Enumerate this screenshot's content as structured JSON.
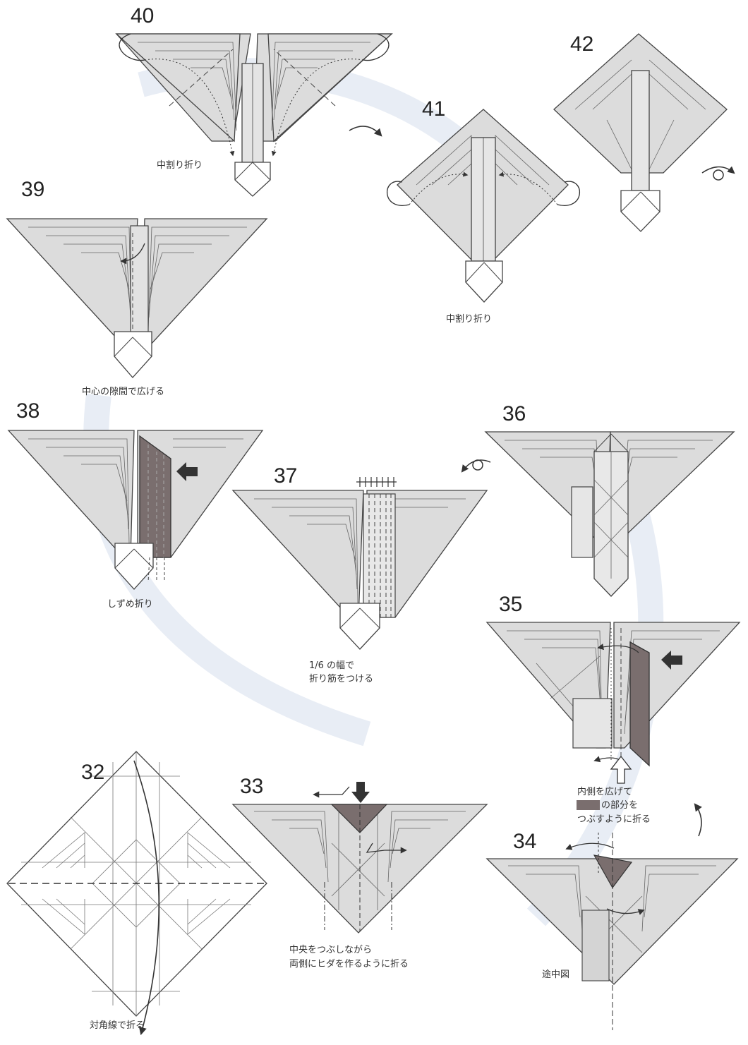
{
  "steps": [
    {
      "number": "40",
      "caption": "中割り折り"
    },
    {
      "number": "41",
      "caption": "中割り折り"
    },
    {
      "number": "42",
      "caption": ""
    },
    {
      "number": "39",
      "caption": "中心の隙間で広げる"
    },
    {
      "number": "38",
      "caption": "しずめ折り"
    },
    {
      "number": "37",
      "caption_line1": "1/6 の幅で",
      "caption_line2": "折り筋をつける"
    },
    {
      "number": "36",
      "caption": ""
    },
    {
      "number": "35",
      "caption_line1": "内側を広げて",
      "caption_line2": "の部分を",
      "caption_line3": "つぶすように折る"
    },
    {
      "number": "32",
      "caption": "対角線で折る"
    },
    {
      "number": "33",
      "caption_line1": "中央をつぶしながら",
      "caption_line2": "両側にヒダを作るように折る"
    },
    {
      "number": "34",
      "caption": "途中図"
    }
  ],
  "colors": {
    "paper": "#dcdcdc",
    "line": "#444444",
    "highlight": "#7a6e6e",
    "background_arc": "#e6ebf4"
  }
}
